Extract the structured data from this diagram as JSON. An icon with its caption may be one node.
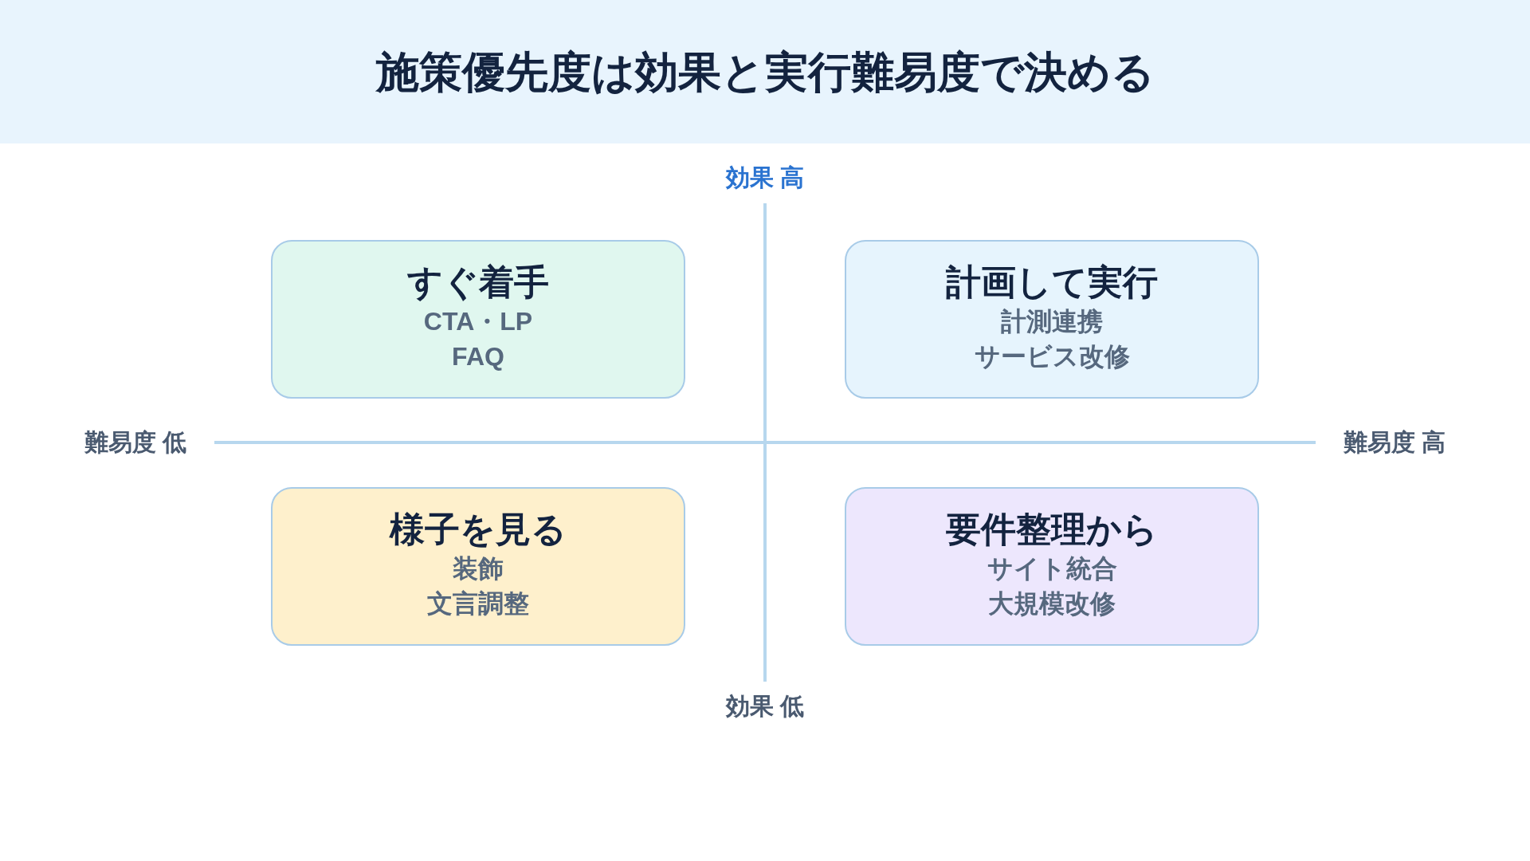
{
  "diagram": {
    "title": "施策優先度は効果と実行難易度で決める",
    "nodes": [
      {
        "text": [
          "すぐ着手",
          "CTA・LP",
          "FAQ"
        ]
      },
      {
        "text": [
          "計画して実行",
          "計測連携",
          "サービス改修"
        ]
      },
      {
        "text": [
          "様子を見る",
          "装飾",
          "文言調整"
        ]
      },
      {
        "text": [
          "要件整理から",
          "サイト統合",
          "大規模改修"
        ]
      }
    ],
    "labels": [
      "効果 高",
      "難易度 低",
      "難易度 高",
      "効果 低"
    ]
  }
}
